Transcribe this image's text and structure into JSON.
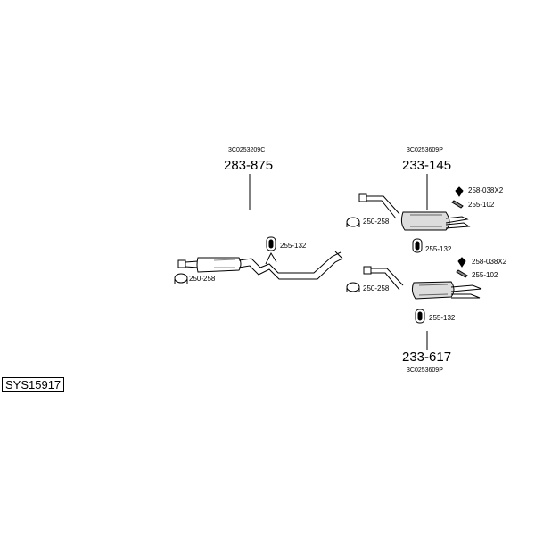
{
  "system_code": "SYS15917",
  "assemblies": {
    "front": {
      "oem": "3C0253209C",
      "part": "283-875"
    },
    "rear_upper": {
      "oem": "3C0253609P",
      "part": "233-145"
    },
    "rear_lower": {
      "oem": "3C0253609P",
      "part": "233-617"
    }
  },
  "fittings": {
    "front_hanger": "255-132",
    "front_clamp": "250-258",
    "upper_clamp": "250-258",
    "upper_bracket": "258-038X2",
    "upper_holder": "255-102",
    "upper_hanger": "255-132",
    "lower_clamp": "250-258",
    "lower_bracket": "258-038X2",
    "lower_holder": "255-102",
    "lower_hanger": "255-132"
  }
}
